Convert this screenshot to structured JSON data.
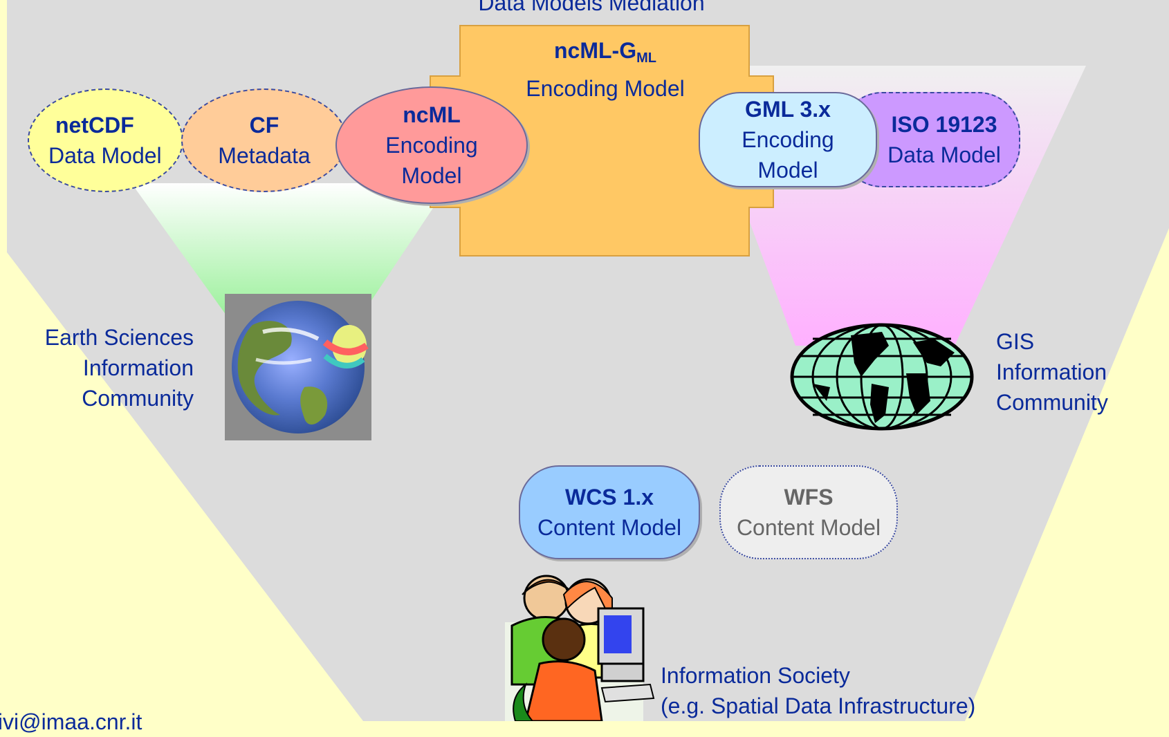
{
  "title": "Data Models Mediation",
  "center_box": {
    "title_main": "ncML-G",
    "title_sub": "ML",
    "subtitle": "Encoding Model",
    "fill": "#ffc864"
  },
  "bubbles": [
    {
      "bold": "netCDF",
      "text": "Data Model",
      "fill": "#ffff9a"
    },
    {
      "bold": "CF",
      "text": "Metadata",
      "fill": "#ffcc99"
    },
    {
      "bold": "ncML",
      "text1": "Encoding",
      "text2": "Model",
      "fill": "#ff9a9a"
    },
    {
      "bold": "GML 3.x",
      "text1": "Encoding",
      "text2": "Model",
      "fill": "#cceeff"
    },
    {
      "bold": "ISO 19123",
      "text": "Data Model",
      "fill": "#cc99ff"
    },
    {
      "bold": "WCS 1.x",
      "text": "Content Model",
      "fill": "#99ccff"
    },
    {
      "bold": "WFS",
      "text": "Content Model",
      "fill": "#eeeeee"
    }
  ],
  "communities": {
    "earth": [
      "Earth Sciences",
      "Information",
      "Community"
    ],
    "gis": [
      "GIS",
      "Information",
      "Community"
    ],
    "society": [
      "Information Society",
      "(e.g. Spatial Data Infrastructure)"
    ]
  },
  "footer_email": "tivi@imaa.cnr.it",
  "colors": {
    "background": "#ffffc8",
    "funnel": "#dcdcdc",
    "text": "#0a2a9a"
  },
  "icons": [
    "earth-globe-icon",
    "world-map-icon",
    "people-computer-icon"
  ]
}
